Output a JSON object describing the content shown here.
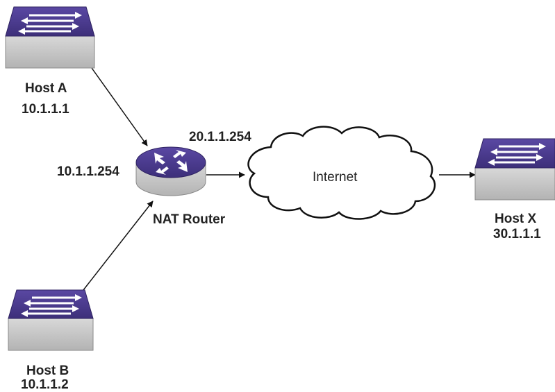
{
  "hosts": {
    "a": {
      "name": "Host A",
      "ip": "10.1.1.1",
      "icon": "switch-icon"
    },
    "b": {
      "name": "Host B",
      "ip": "10.1.1.2",
      "icon": "switch-icon"
    },
    "x": {
      "name": "Host X",
      "ip": "30.1.1.1",
      "icon": "switch-icon"
    }
  },
  "router": {
    "name": "NAT Router",
    "inside_ip": "10.1.1.254",
    "outside_ip": "20.1.1.254",
    "icon": "router-icon"
  },
  "cloud": {
    "label": "Internet",
    "icon": "cloud-icon"
  },
  "colors": {
    "device_top": "#4b3a8c",
    "device_body": "#c9c9c9",
    "line": "#111111",
    "text": "#222222"
  }
}
